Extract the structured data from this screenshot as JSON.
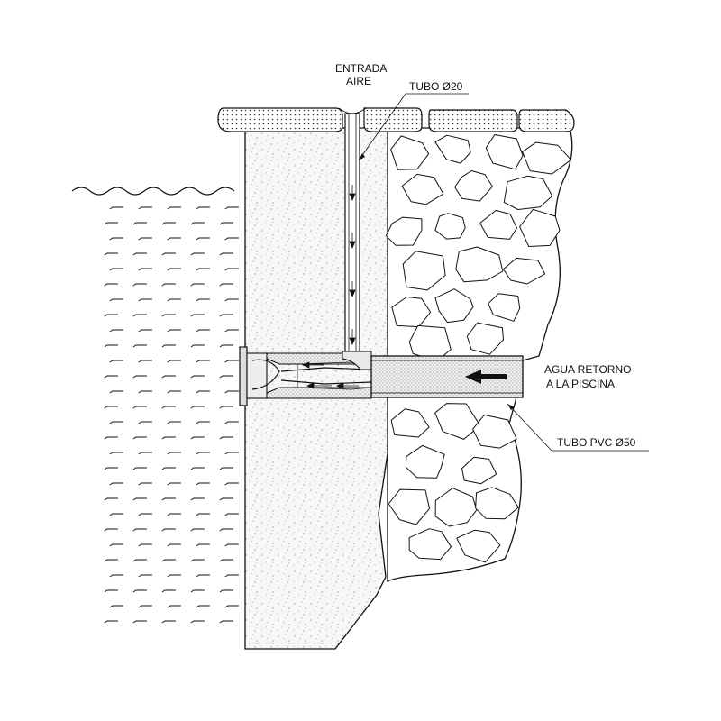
{
  "labels": {
    "air_inlet_line1": "ENTRADA",
    "air_inlet_line2": "AIRE",
    "air_tube": "TUBO Ø20",
    "return_line1": "AGUA RETORNO",
    "return_line2": "A LA PISCINA",
    "pvc_tube": "TUBO PVC Ø50"
  },
  "colors": {
    "ink": "#111111",
    "concrete": "#f6f6f6",
    "paving": "#ffffff"
  }
}
